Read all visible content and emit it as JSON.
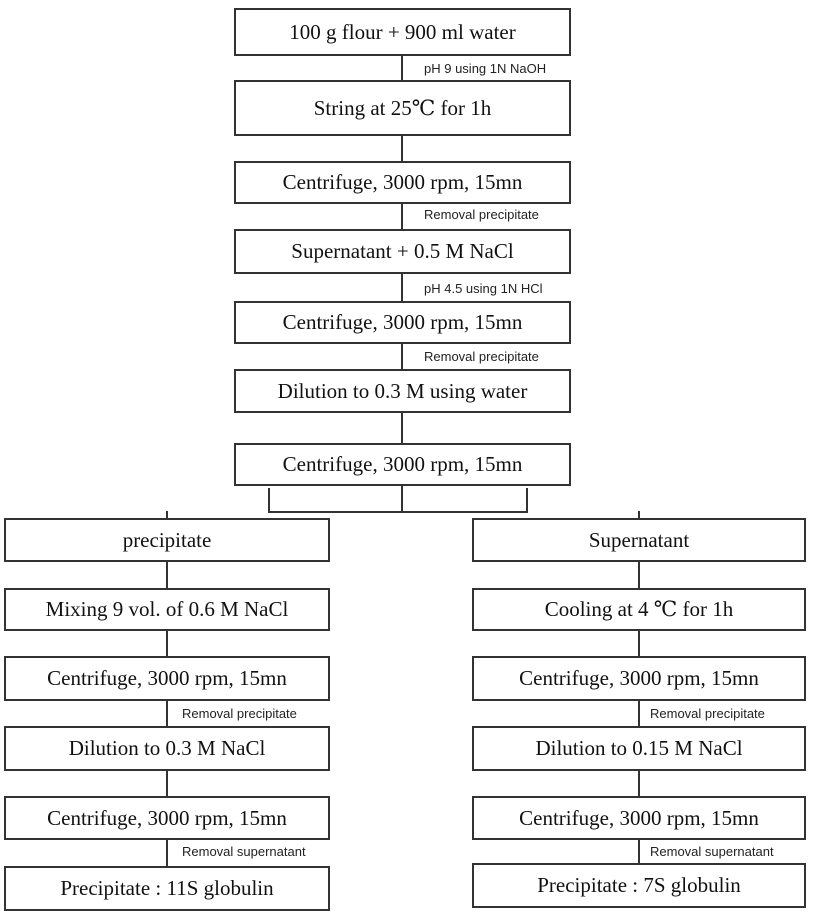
{
  "steps": {
    "flour_water": "100 g flour + 900 ml water",
    "stirring": "String at 25℃ for 1h",
    "centrifuge_1": "Centrifuge, 3000 rpm, 15mn",
    "supernatant_nacl": "Supernatant + 0.5 M NaCl",
    "centrifuge_2": "Centrifuge, 3000 rpm, 15mn",
    "dilution_water": "Dilution to 0.3 M using water",
    "centrifuge_3": "Centrifuge, 3000 rpm, 15mn"
  },
  "notes": {
    "ph9": "pH 9 using 1N NaOH",
    "removal_1": "Removal precipitate",
    "ph45": "pH 4.5 using 1N HCl",
    "removal_2": "Removal precipitate"
  },
  "left_branch": {
    "head": "precipitate",
    "mixing": "Mixing 9 vol. of 0.6 M NaCl",
    "centrifuge_a": "Centrifuge, 3000 rpm, 15mn",
    "removal_a": "Removal precipitate",
    "dilution": "Dilution to 0.3 M NaCl",
    "centrifuge_b": "Centrifuge, 3000 rpm, 15mn",
    "removal_b": "Removal supernatant",
    "result": "Precipitate : 11S globulin"
  },
  "right_branch": {
    "head": "Supernatant",
    "cooling": "Cooling at 4 ℃ for 1h",
    "centrifuge_a": "Centrifuge, 3000 rpm, 15mn",
    "removal_a": "Removal precipitate",
    "dilution": "Dilution to 0.15 M NaCl",
    "centrifuge_b": "Centrifuge, 3000 rpm, 15mn",
    "removal_b": "Removal supernatant",
    "result": "Precipitate : 7S globulin"
  }
}
